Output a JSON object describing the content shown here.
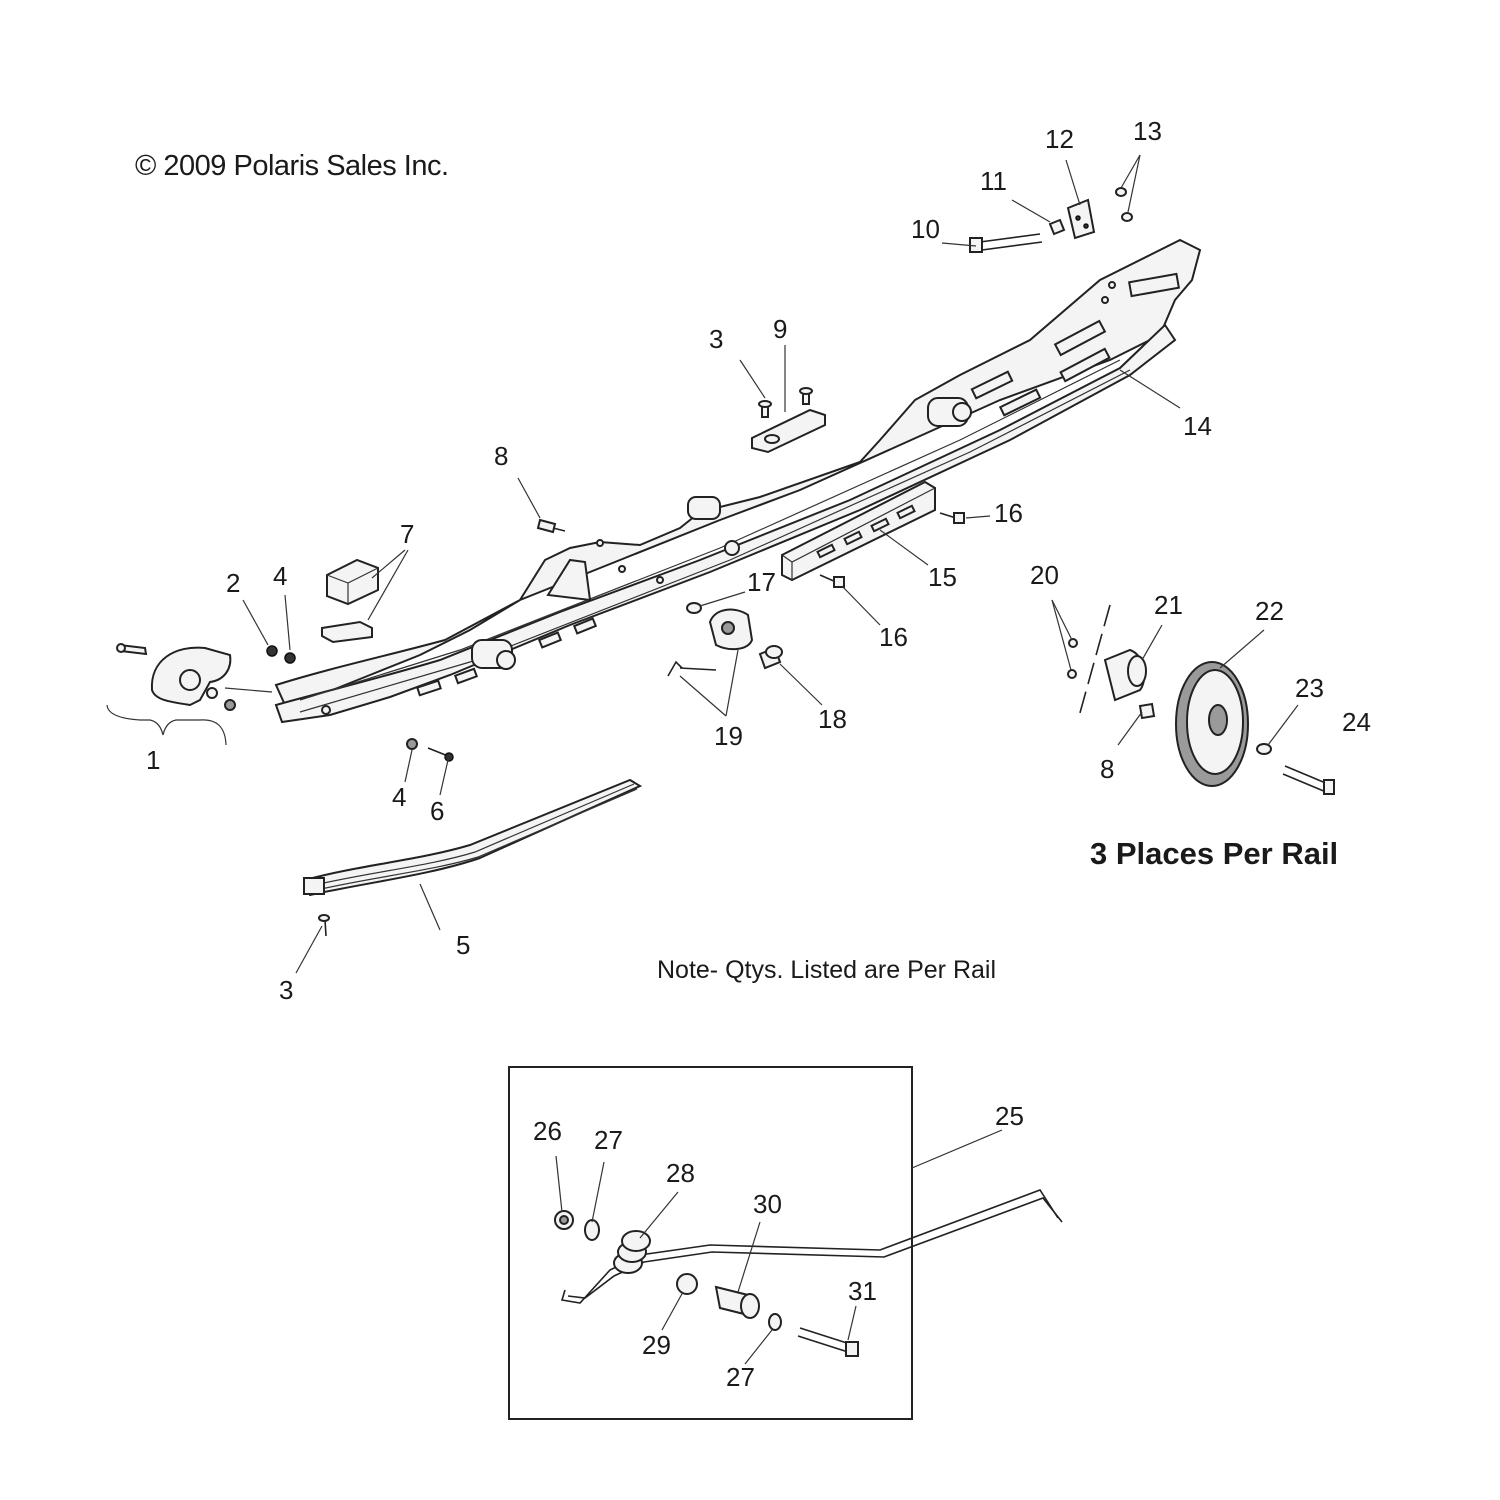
{
  "copyright": "© 2009 Polaris Sales Inc.",
  "note": "Note- Qtys. Listed are Per Rail",
  "places_note": "3 Places Per Rail",
  "callouts": [
    {
      "id": "c1",
      "text": "1"
    },
    {
      "id": "c2",
      "text": "2"
    },
    {
      "id": "c3a",
      "text": "3"
    },
    {
      "id": "c3b",
      "text": "3"
    },
    {
      "id": "c4a",
      "text": "4"
    },
    {
      "id": "c4b",
      "text": "4"
    },
    {
      "id": "c5",
      "text": "5"
    },
    {
      "id": "c6",
      "text": "6"
    },
    {
      "id": "c7",
      "text": "7"
    },
    {
      "id": "c8a",
      "text": "8"
    },
    {
      "id": "c8b",
      "text": "8"
    },
    {
      "id": "c9",
      "text": "9"
    },
    {
      "id": "c10",
      "text": "10"
    },
    {
      "id": "c11",
      "text": "11"
    },
    {
      "id": "c12",
      "text": "12"
    },
    {
      "id": "c13",
      "text": "13"
    },
    {
      "id": "c14",
      "text": "14"
    },
    {
      "id": "c15",
      "text": "15"
    },
    {
      "id": "c16a",
      "text": "16"
    },
    {
      "id": "c16b",
      "text": "16"
    },
    {
      "id": "c17",
      "text": "17"
    },
    {
      "id": "c18",
      "text": "18"
    },
    {
      "id": "c19",
      "text": "19"
    },
    {
      "id": "c20",
      "text": "20"
    },
    {
      "id": "c21",
      "text": "21"
    },
    {
      "id": "c22",
      "text": "22"
    },
    {
      "id": "c23",
      "text": "23"
    },
    {
      "id": "c24",
      "text": "24"
    },
    {
      "id": "c25",
      "text": "25"
    },
    {
      "id": "c26",
      "text": "26"
    },
    {
      "id": "c27a",
      "text": "27"
    },
    {
      "id": "c27b",
      "text": "27"
    },
    {
      "id": "c28",
      "text": "28"
    },
    {
      "id": "c29",
      "text": "29"
    },
    {
      "id": "c30",
      "text": "30"
    },
    {
      "id": "c31",
      "text": "31"
    }
  ]
}
